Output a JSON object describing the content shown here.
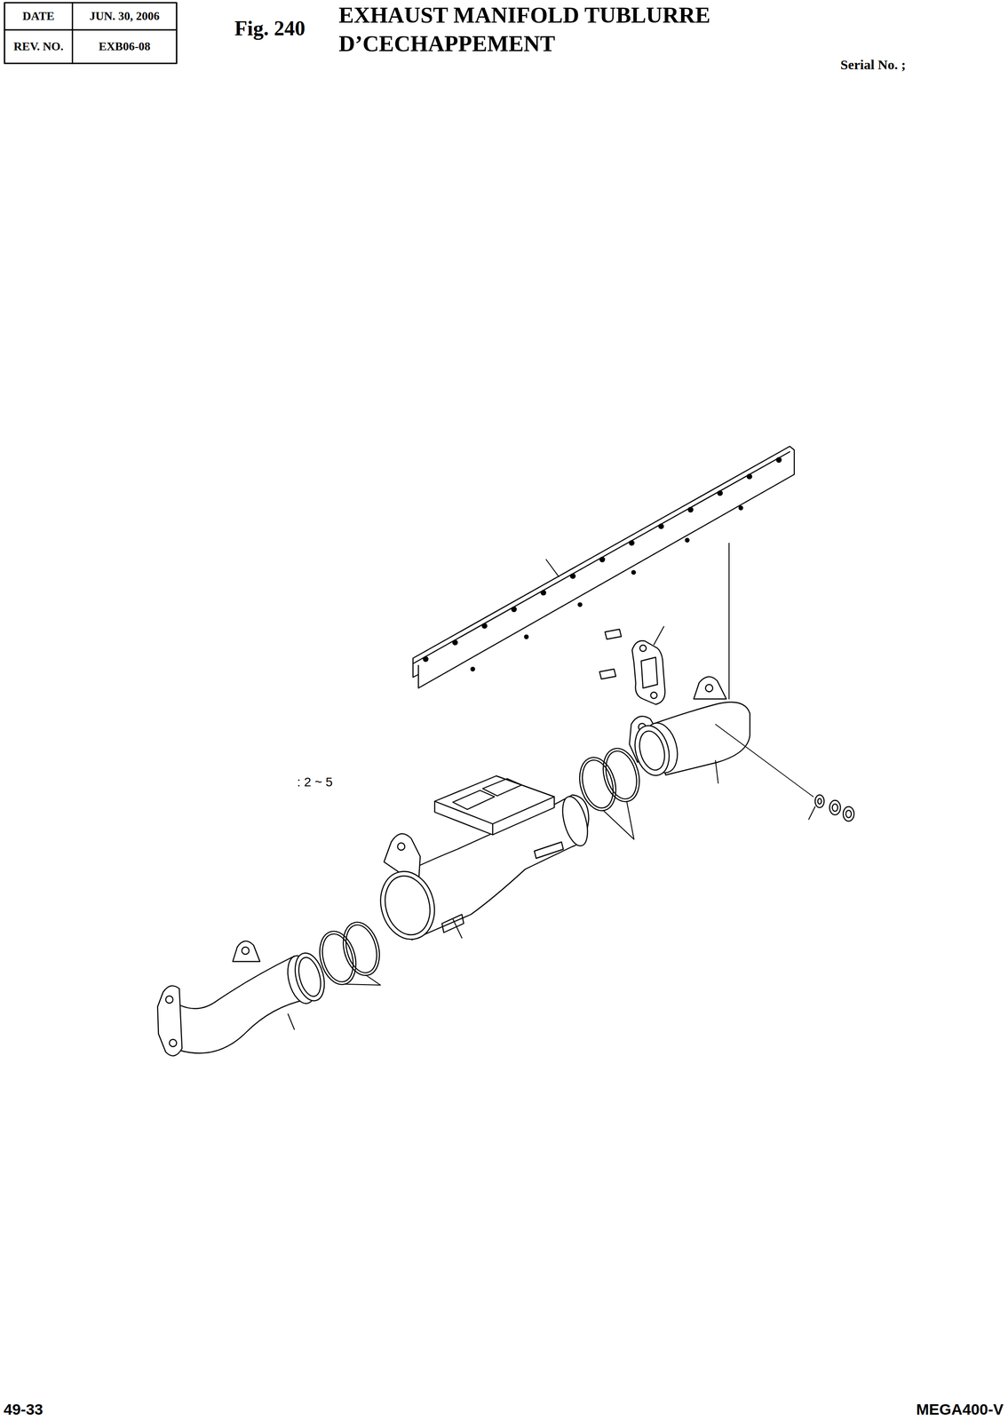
{
  "diagram": {
    "title": "EXHAUST MANIFOLD TUBLURRE D’CECHAPPEMENT",
    "labels": [
      "DATE",
      "JUN. 30, 2006",
      "REV. NO.",
      "EXB06-08",
      "Fig. 240",
      "Serial No. ;",
      ": 2 ~ 5",
      "49-33",
      "MEGA400-V"
    ]
  }
}
